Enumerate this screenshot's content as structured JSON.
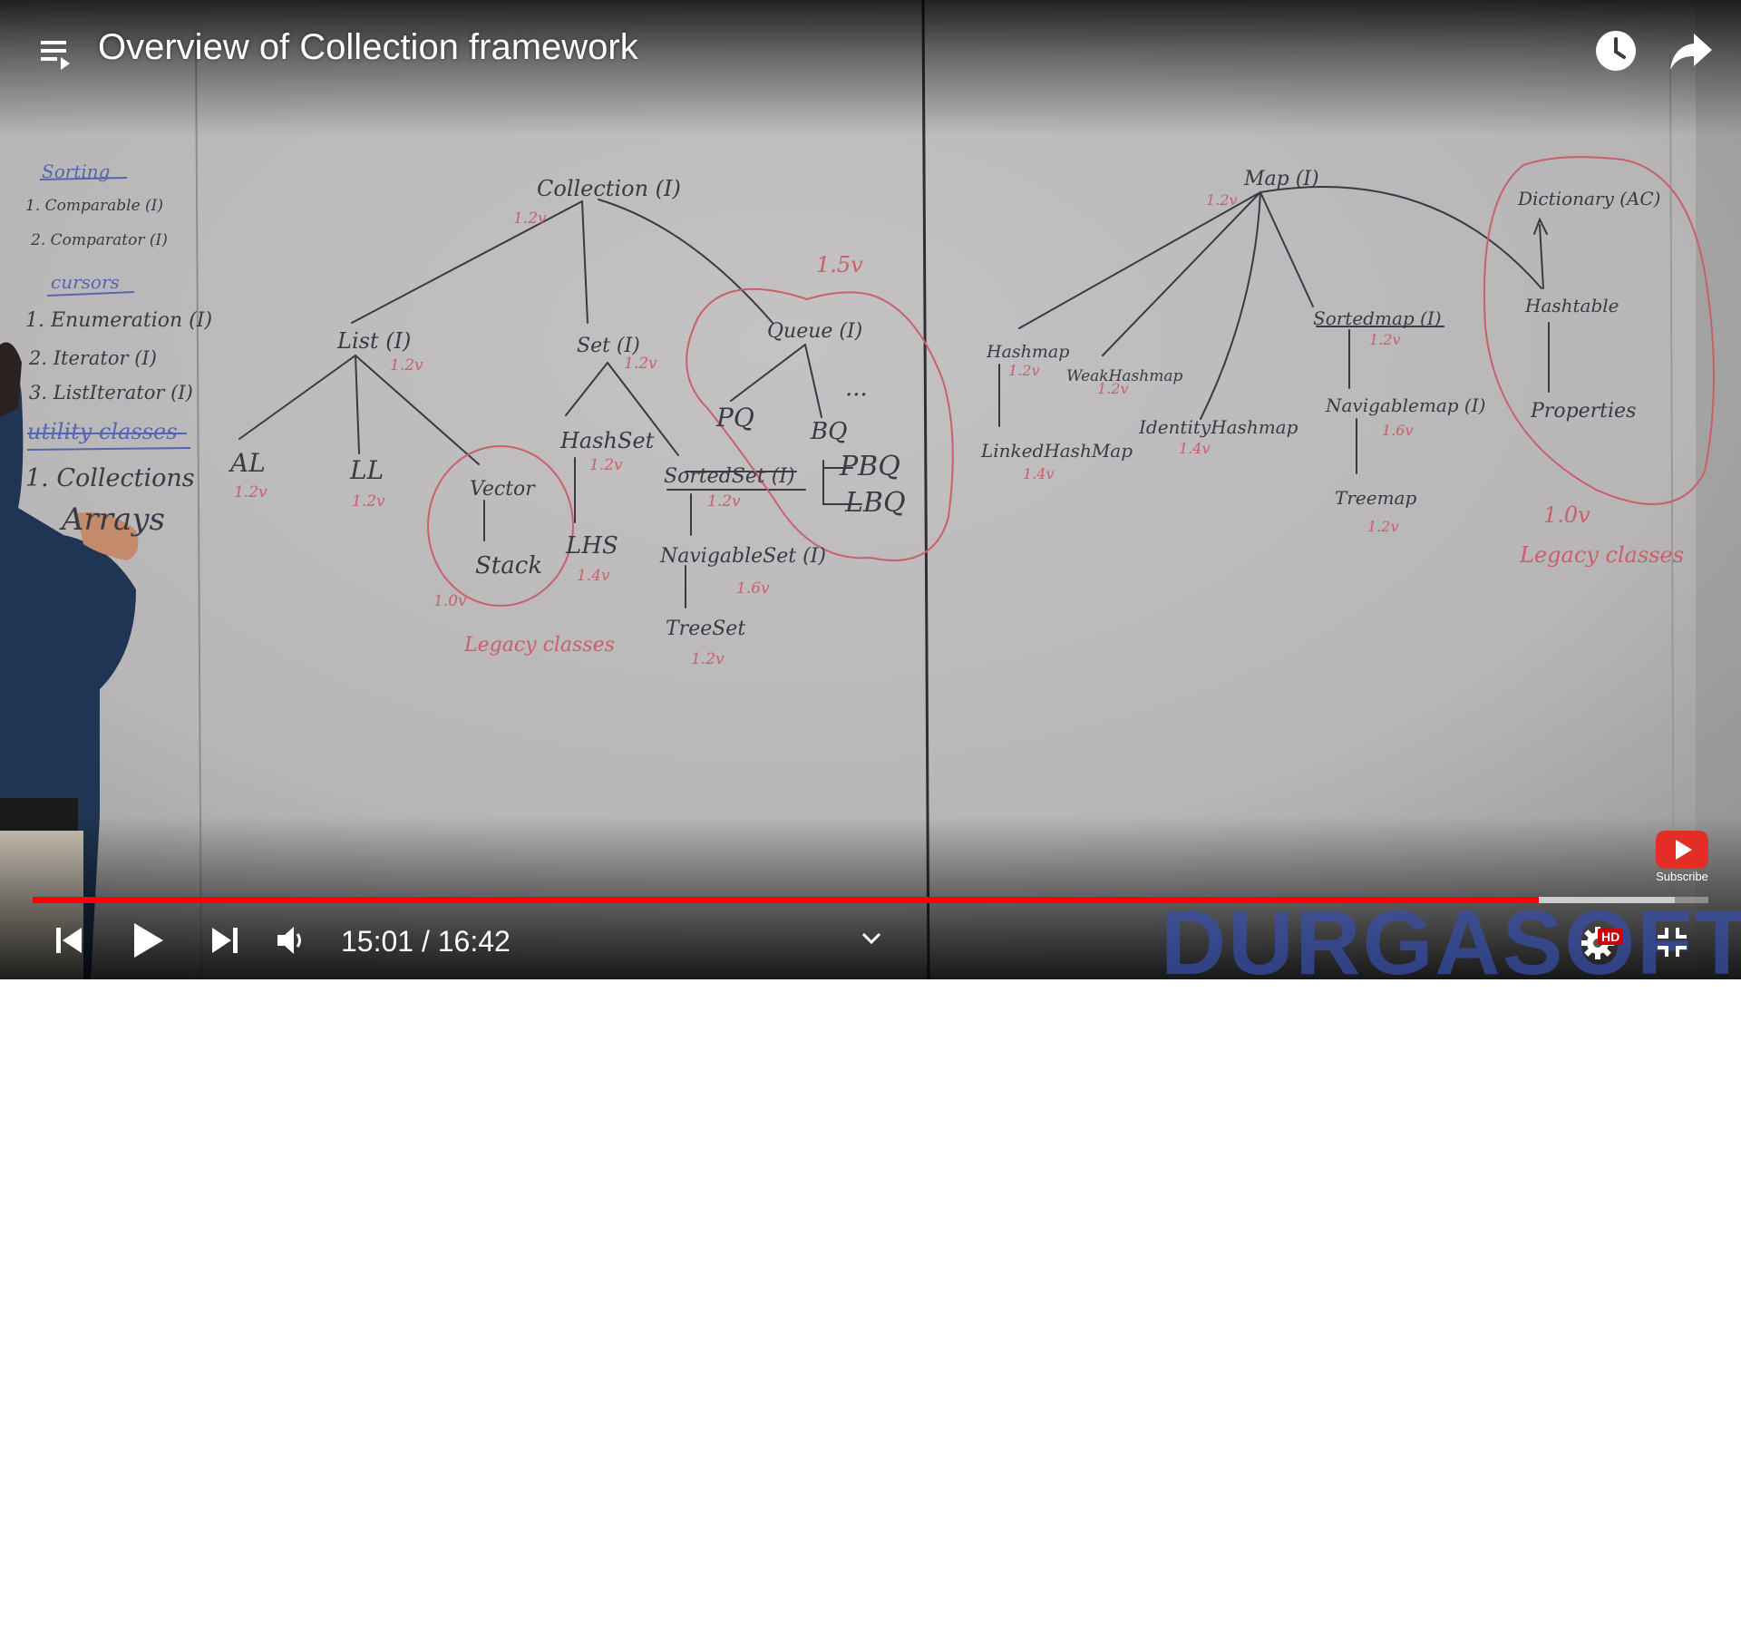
{
  "video": {
    "title": "Overview of Collection framework",
    "current_time": "15:01",
    "duration": "16:42",
    "time_display": "15:01 / 16:42",
    "played_fraction": 0.899,
    "buffered_fraction": 0.98,
    "watermark": "DURGASOFT"
  },
  "controls": {
    "playlist_icon": "playlist-icon",
    "watch_later_icon": "clock-icon",
    "share_icon": "share-icon",
    "prev_icon": "skip-previous-icon",
    "play_icon": "play-icon",
    "next_icon": "skip-next-icon",
    "volume_icon": "volume-icon",
    "chevron_icon": "chevron-down-icon",
    "settings_icon": "gear-icon",
    "hd_badge": "HD",
    "fullscreen_icon": "exit-fullscreen-icon",
    "subscribe_label": "Subscribe"
  },
  "colors": {
    "progress_played": "#ff0000",
    "board": "#b9b7b8",
    "ink_dark": "#3a3a44",
    "ink_red": "#c9606a",
    "ink_blue": "#5566b0"
  },
  "whiteboard": {
    "left_notes": {
      "sorting_heading": "Sorting",
      "sorting_items": [
        "1. Comparable (I)",
        "2. Comparator (I)"
      ],
      "cursors_heading": "cursors",
      "cursor_items": [
        "1. Enumeration (I)",
        "2. Iterator (I)",
        "3. ListIterator (I)"
      ],
      "utility_heading": "utility classes",
      "utility_items": [
        "1. Collections",
        "Arrays"
      ]
    },
    "collection_tree": {
      "root": "Collection (I)",
      "root_version": "1.2v",
      "list": "List (I)",
      "list_version": "1.2v",
      "set": "Set (I)",
      "set_version": "1.2v",
      "queue": "Queue (I)",
      "queue_version": "1.5v",
      "al": "AL",
      "al_version": "1.2v",
      "ll": "LL",
      "ll_version": "1.2v",
      "vector": "Vector",
      "stack": "Stack",
      "vector_version": "1.0v",
      "legacy_note": "Legacy classes",
      "hashset": "HashSet",
      "hashset_version": "1.2v",
      "lhs": "LHS",
      "lhs_version": "1.4v",
      "sortedset": "SortedSet (I)",
      "sortedset_version": "1.2v",
      "navigableset": "NavigableSet (I)",
      "navigableset_version": "1.6v",
      "treeset": "TreeSet",
      "treeset_version": "1.2v",
      "pq": "PQ",
      "bq": "BQ",
      "pbq": "PBQ",
      "lbq": "LBQ",
      "ellipsis": "..."
    },
    "map_tree": {
      "root": "Map (I)",
      "root_version": "1.2v",
      "hashmap": "Hashmap",
      "hashmap_version": "1.2v",
      "linkedhashmap": "LinkedHashMap",
      "linkedhashmap_version": "1.4v",
      "weakhashmap": "WeakHashmap",
      "weakhashmap_version": "1.2v",
      "identityhashmap": "IdentityHashmap",
      "identityhashmap_version": "1.4v",
      "sortedmap": "Sortedmap (I)",
      "sortedmap_version": "1.2v",
      "navigablemap": "Navigablemap (I)",
      "navigablemap_version": "1.6v",
      "treemap": "Treemap",
      "treemap_version": "1.2v",
      "dictionary": "Dictionary (AC)",
      "hashtable": "Hashtable",
      "properties": "Properties",
      "legacy_version": "1.0v",
      "legacy_note": "Legacy classes"
    }
  }
}
